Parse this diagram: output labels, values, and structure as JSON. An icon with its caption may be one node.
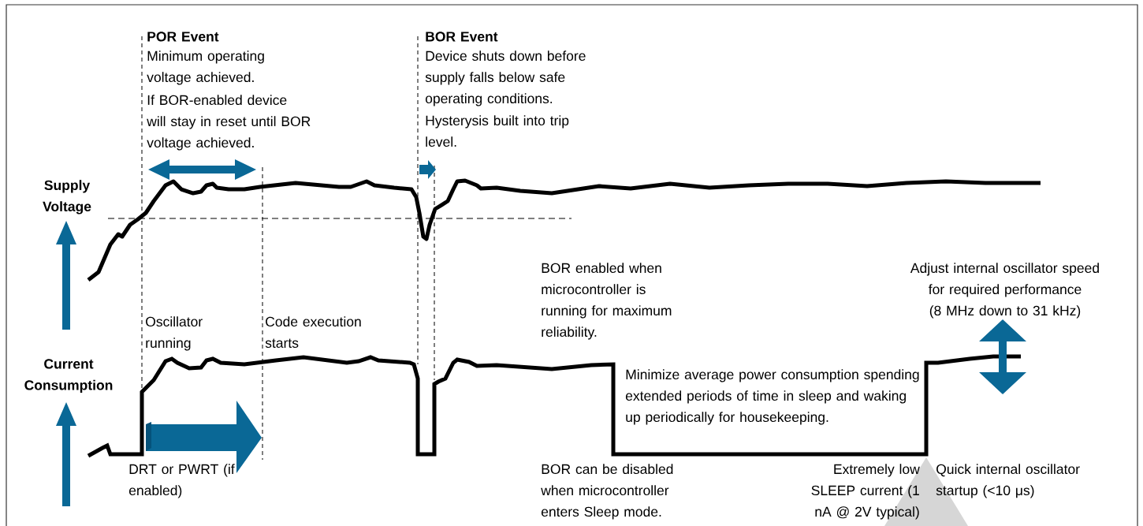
{
  "diagram": {
    "labels": [
      "POR Event",
      "Minimum operating voltage achieved.",
      "If BOR-enabled device will stay in reset until BOR voltage achieved.",
      "BOR Event",
      "Device shuts down before supply falls below safe operating conditions.",
      "Hysterysis built into trip level.",
      "Supply Voltage",
      "BOR enabled when microcontroller is running for maximum reliability.",
      "Adjust internal oscillator speed for required performance (8 MHz down to 31 kHz)",
      "Oscillator running",
      "Code execution starts",
      "Current Consumption",
      "Minimize average power consumption spending extended periods of time in sleep and waking up periodically for housekeeping.",
      "DRT or PWRT (if enabled)",
      "BOR can be disabled when microcontroller enters Sleep mode.",
      "Extremely low SLEEP current (1 nA @ 2V typical)",
      "Quick internal oscillator startup (<10 μs)"
    ]
  }
}
